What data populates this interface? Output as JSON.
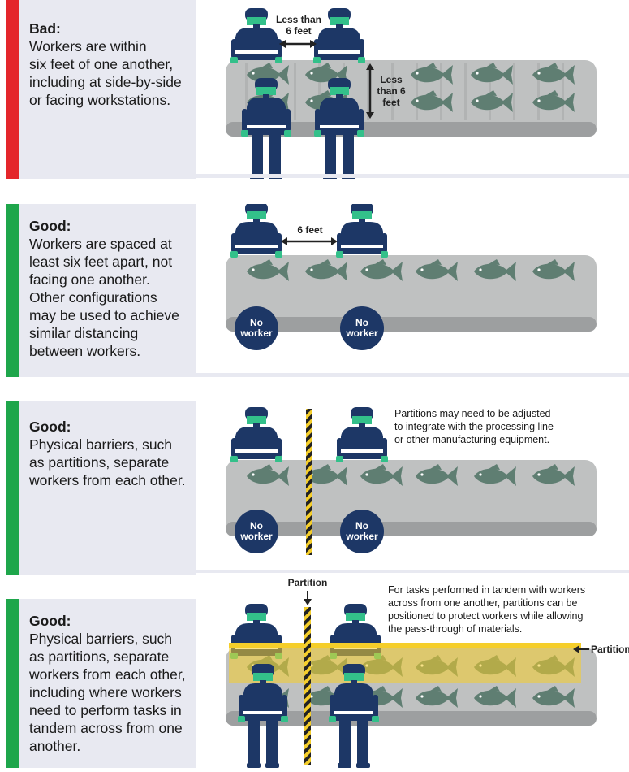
{
  "colors": {
    "bad": "#e4262b",
    "good": "#1ea64b",
    "worker": "#1d3766",
    "mask": "#33c08a",
    "conveyor": "#bfc1c1",
    "fish": "#5f7e72",
    "partition": "#f5ce2a"
  },
  "panels": [
    {
      "heading": "Bad:",
      "body": "Workers are within\nsix feet of one another,\nincluding at side-by-side\nor facing workstations.",
      "dist_horizontal": "Less than\n6 feet",
      "dist_vertical": "Less\nthan 6\nfeet"
    },
    {
      "heading": "Good:",
      "body": "Workers are spaced at\nleast six feet apart, not\nfacing one another.\nOther configurations\nmay be used to achieve\nsimilar distancing\nbetween workers.",
      "dist_horizontal": "6 feet",
      "no_worker": [
        "No",
        "worker"
      ]
    },
    {
      "heading": "Good:",
      "body": "Physical barriers, such\nas partitions, separate\nworkers from each other.",
      "note": "Partitions may need to be adjusted\nto integrate with the processing line\nor other manufacturing equipment.",
      "no_worker": [
        "No",
        "worker"
      ]
    },
    {
      "heading": "Good:",
      "body": "Physical barriers, such\nas partitions, separate\nworkers from each other,\nincluding where workers\nneed to perform tasks in\ntandem across from one\nanother.",
      "partition_label_top": "Partition",
      "partition_label_side": "Partition",
      "note": "For tasks performed in tandem with workers\nacross from one another, partitions can be\npositioned to protect workers while allowing\nthe pass-through of materials."
    }
  ]
}
